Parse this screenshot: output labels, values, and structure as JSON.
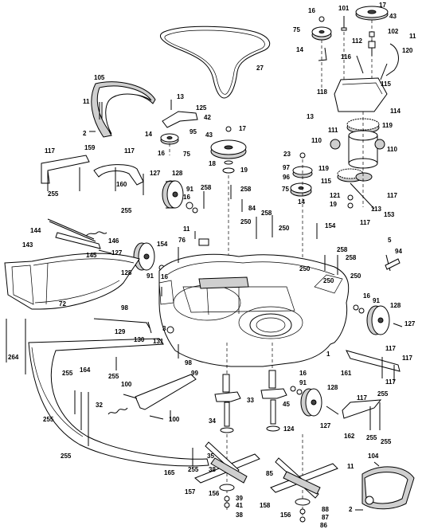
{
  "callouts": [
    {
      "id": "c17a",
      "text": "17"
    },
    {
      "id": "c43a",
      "text": "43"
    },
    {
      "id": "c16a",
      "text": "16"
    },
    {
      "id": "c101",
      "text": "101"
    },
    {
      "id": "c75a",
      "text": "75"
    },
    {
      "id": "c102",
      "text": "102"
    },
    {
      "id": "c112",
      "text": "112"
    },
    {
      "id": "c11a",
      "text": "11"
    },
    {
      "id": "c120",
      "text": "120"
    },
    {
      "id": "c14a",
      "text": "14"
    },
    {
      "id": "c116",
      "text": "116"
    },
    {
      "id": "c27",
      "text": "27"
    },
    {
      "id": "c105",
      "text": "105"
    },
    {
      "id": "c118",
      "text": "118"
    },
    {
      "id": "c115a",
      "text": "115"
    },
    {
      "id": "c11b",
      "text": "11"
    },
    {
      "id": "c13a",
      "text": "13"
    },
    {
      "id": "c125",
      "text": "125"
    },
    {
      "id": "c42",
      "text": "42"
    },
    {
      "id": "c114",
      "text": "114"
    },
    {
      "id": "c13b",
      "text": "13"
    },
    {
      "id": "c2a",
      "text": "2"
    },
    {
      "id": "c14b",
      "text": "14"
    },
    {
      "id": "c95",
      "text": "95"
    },
    {
      "id": "c43b",
      "text": "43"
    },
    {
      "id": "c17b",
      "text": "17"
    },
    {
      "id": "c119a",
      "text": "119"
    },
    {
      "id": "c111",
      "text": "111"
    },
    {
      "id": "c110a",
      "text": "110"
    },
    {
      "id": "c110b",
      "text": "110"
    },
    {
      "id": "c117a",
      "text": "117"
    },
    {
      "id": "c159",
      "text": "159"
    },
    {
      "id": "c117b",
      "text": "117"
    },
    {
      "id": "c16b",
      "text": "16"
    },
    {
      "id": "c75b",
      "text": "75"
    },
    {
      "id": "c23",
      "text": "23"
    },
    {
      "id": "c18",
      "text": "18"
    },
    {
      "id": "c19a",
      "text": "19"
    },
    {
      "id": "c97",
      "text": "97"
    },
    {
      "id": "c96",
      "text": "96"
    },
    {
      "id": "c127a",
      "text": "127"
    },
    {
      "id": "c128a",
      "text": "128"
    },
    {
      "id": "c160",
      "text": "160"
    },
    {
      "id": "c119b",
      "text": "119"
    },
    {
      "id": "c115b",
      "text": "115"
    },
    {
      "id": "c91a",
      "text": "91"
    },
    {
      "id": "c258a",
      "text": "258"
    },
    {
      "id": "c16c",
      "text": "16"
    },
    {
      "id": "c258b",
      "text": "258"
    },
    {
      "id": "c75c",
      "text": "75"
    },
    {
      "id": "c117c",
      "text": "117"
    },
    {
      "id": "c121",
      "text": "121"
    },
    {
      "id": "c255a",
      "text": "255"
    },
    {
      "id": "c255b",
      "text": "255"
    },
    {
      "id": "c19b",
      "text": "19"
    },
    {
      "id": "c113",
      "text": "113"
    },
    {
      "id": "c153",
      "text": "153"
    },
    {
      "id": "c14c",
      "text": "14"
    },
    {
      "id": "c117d",
      "text": "117"
    },
    {
      "id": "c84",
      "text": "84"
    },
    {
      "id": "c258c",
      "text": "258"
    },
    {
      "id": "c144",
      "text": "144"
    },
    {
      "id": "c250a",
      "text": "250"
    },
    {
      "id": "c11c",
      "text": "11"
    },
    {
      "id": "c250b",
      "text": "250"
    },
    {
      "id": "c154a",
      "text": "154"
    },
    {
      "id": "c146",
      "text": "146"
    },
    {
      "id": "c143",
      "text": "143"
    },
    {
      "id": "c76",
      "text": "76"
    },
    {
      "id": "c145",
      "text": "145"
    },
    {
      "id": "c127b",
      "text": "127"
    },
    {
      "id": "c154b",
      "text": "154"
    },
    {
      "id": "c5",
      "text": "5"
    },
    {
      "id": "c94",
      "text": "94"
    },
    {
      "id": "c258d",
      "text": "258"
    },
    {
      "id": "c258e",
      "text": "258"
    },
    {
      "id": "c128b",
      "text": "128"
    },
    {
      "id": "c91b",
      "text": "91"
    },
    {
      "id": "c16d",
      "text": "16"
    },
    {
      "id": "c250c",
      "text": "250"
    },
    {
      "id": "c250d",
      "text": "250"
    },
    {
      "id": "c250e",
      "text": "250"
    },
    {
      "id": "c72",
      "text": "72"
    },
    {
      "id": "c16e",
      "text": "16"
    },
    {
      "id": "c91c",
      "text": "91"
    },
    {
      "id": "c128c",
      "text": "128"
    },
    {
      "id": "c98a",
      "text": "98"
    },
    {
      "id": "c127c",
      "text": "127"
    },
    {
      "id": "c129",
      "text": "129"
    },
    {
      "id": "c130",
      "text": "130"
    },
    {
      "id": "c131",
      "text": "131"
    },
    {
      "id": "c3",
      "text": "3"
    },
    {
      "id": "c1",
      "text": "1"
    },
    {
      "id": "c98b",
      "text": "98"
    },
    {
      "id": "c117e",
      "text": "117"
    },
    {
      "id": "c117f",
      "text": "117"
    },
    {
      "id": "c264",
      "text": "264"
    },
    {
      "id": "c164",
      "text": "164"
    },
    {
      "id": "c255c",
      "text": "255"
    },
    {
      "id": "c255d",
      "text": "255"
    },
    {
      "id": "c99",
      "text": "99"
    },
    {
      "id": "c161",
      "text": "161"
    },
    {
      "id": "c16f",
      "text": "16"
    },
    {
      "id": "c91d",
      "text": "91"
    },
    {
      "id": "c100a",
      "text": "100"
    },
    {
      "id": "c128d",
      "text": "128"
    },
    {
      "id": "c117g",
      "text": "117"
    },
    {
      "id": "c255e",
      "text": "255"
    },
    {
      "id": "c33",
      "text": "33"
    },
    {
      "id": "c45",
      "text": "45"
    },
    {
      "id": "c117h",
      "text": "117"
    },
    {
      "id": "c32",
      "text": "32"
    },
    {
      "id": "c100b",
      "text": "100"
    },
    {
      "id": "c127d",
      "text": "127"
    },
    {
      "id": "c255f",
      "text": "255"
    },
    {
      "id": "c34",
      "text": "34"
    },
    {
      "id": "c124",
      "text": "124"
    },
    {
      "id": "c162",
      "text": "162"
    },
    {
      "id": "c255g",
      "text": "255"
    },
    {
      "id": "c255h",
      "text": "255"
    },
    {
      "id": "c255i",
      "text": "255"
    },
    {
      "id": "c35",
      "text": "35"
    },
    {
      "id": "c104",
      "text": "104"
    },
    {
      "id": "c11d",
      "text": "11"
    },
    {
      "id": "c255j",
      "text": "255"
    },
    {
      "id": "c38a",
      "text": "38"
    },
    {
      "id": "c85",
      "text": "85"
    },
    {
      "id": "c165",
      "text": "165"
    },
    {
      "id": "c157",
      "text": "157"
    },
    {
      "id": "c156a",
      "text": "156"
    },
    {
      "id": "c39",
      "text": "39"
    },
    {
      "id": "c41",
      "text": "41"
    },
    {
      "id": "c38b",
      "text": "38"
    },
    {
      "id": "c158",
      "text": "158"
    },
    {
      "id": "c156b",
      "text": "156"
    },
    {
      "id": "c88",
      "text": "88"
    },
    {
      "id": "c87",
      "text": "87"
    },
    {
      "id": "c86",
      "text": "86"
    },
    {
      "id": "c2b",
      "text": "2"
    }
  ]
}
